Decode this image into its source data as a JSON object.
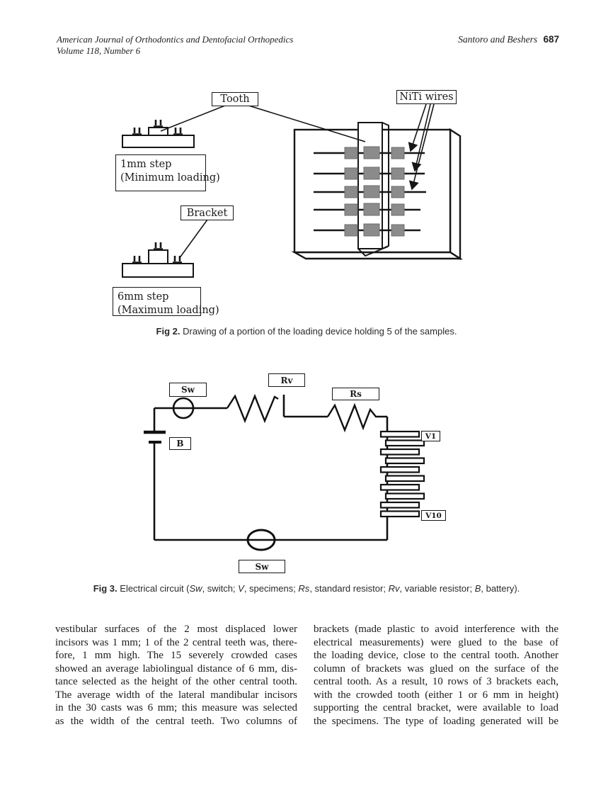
{
  "header": {
    "journal_line1": "American Journal of Orthodontics and Dentofacial Orthopedics",
    "journal_line2": "Volume 118, Number 6",
    "authors": "Santoro and Beshers",
    "page_number": "687"
  },
  "fig2": {
    "labels": {
      "tooth": "Tooth",
      "niti_wires": "NiTi wires",
      "bracket": "Bracket",
      "step1_line1": "1mm step",
      "step1_line2": "(Minimum loading)",
      "step6_line1": "6mm step",
      "step6_line2": "(Maximum loading)"
    },
    "caption_segments": [
      {
        "text": "Fig 2.",
        "bold": true
      },
      {
        "text": " Drawing of a portion of the loading device holding 5 of the samples."
      }
    ]
  },
  "fig3": {
    "labels": {
      "sw_top": "Sw",
      "rv": "Rv",
      "rs": "Rs",
      "b": "B",
      "v1": "V1",
      "v10": "V10",
      "sw_bottom": "Sw"
    },
    "caption_segments": [
      {
        "text": "Fig 3.",
        "bold": true
      },
      {
        "text": " Electrical circuit ("
      },
      {
        "text": "Sw",
        "italic": true
      },
      {
        "text": ", switch; "
      },
      {
        "text": "V",
        "italic": true
      },
      {
        "text": ", specimens; "
      },
      {
        "text": "Rs",
        "italic": true
      },
      {
        "text": ", standard resistor; "
      },
      {
        "text": "Rv",
        "italic": true
      },
      {
        "text": ", variable resistor; "
      },
      {
        "text": "B",
        "italic": true
      },
      {
        "text": ", battery)."
      }
    ]
  },
  "body": {
    "left_lines": [
      "vestibular surfaces of the 2 most displaced lower",
      "incisors was 1 mm; 1 of the 2 central teeth was, there-",
      "fore, 1 mm high. The 15 severely crowded cases",
      "showed an average labiolingual distance of 6 mm, dis-",
      "tance selected as the height of the other central tooth.",
      "The average width of the lateral mandibular incisors",
      "in the 30 casts was 6 mm; this measure was selected",
      "as the width of the central teeth. Two columns of"
    ],
    "right_lines": [
      "brackets (made plastic to avoid interference with the",
      "electrical measurements) were glued to the base of",
      "the loading device, close to the central tooth. Another",
      "column of brackets was glued on the surface of the",
      "central tooth. As a result, 10 rows of 3 brackets each,",
      "with the crowded tooth (either 1 or 6 mm in height)",
      "supporting the central bracket, were available to load",
      "the specimens. The type of loading generated will be"
    ]
  }
}
